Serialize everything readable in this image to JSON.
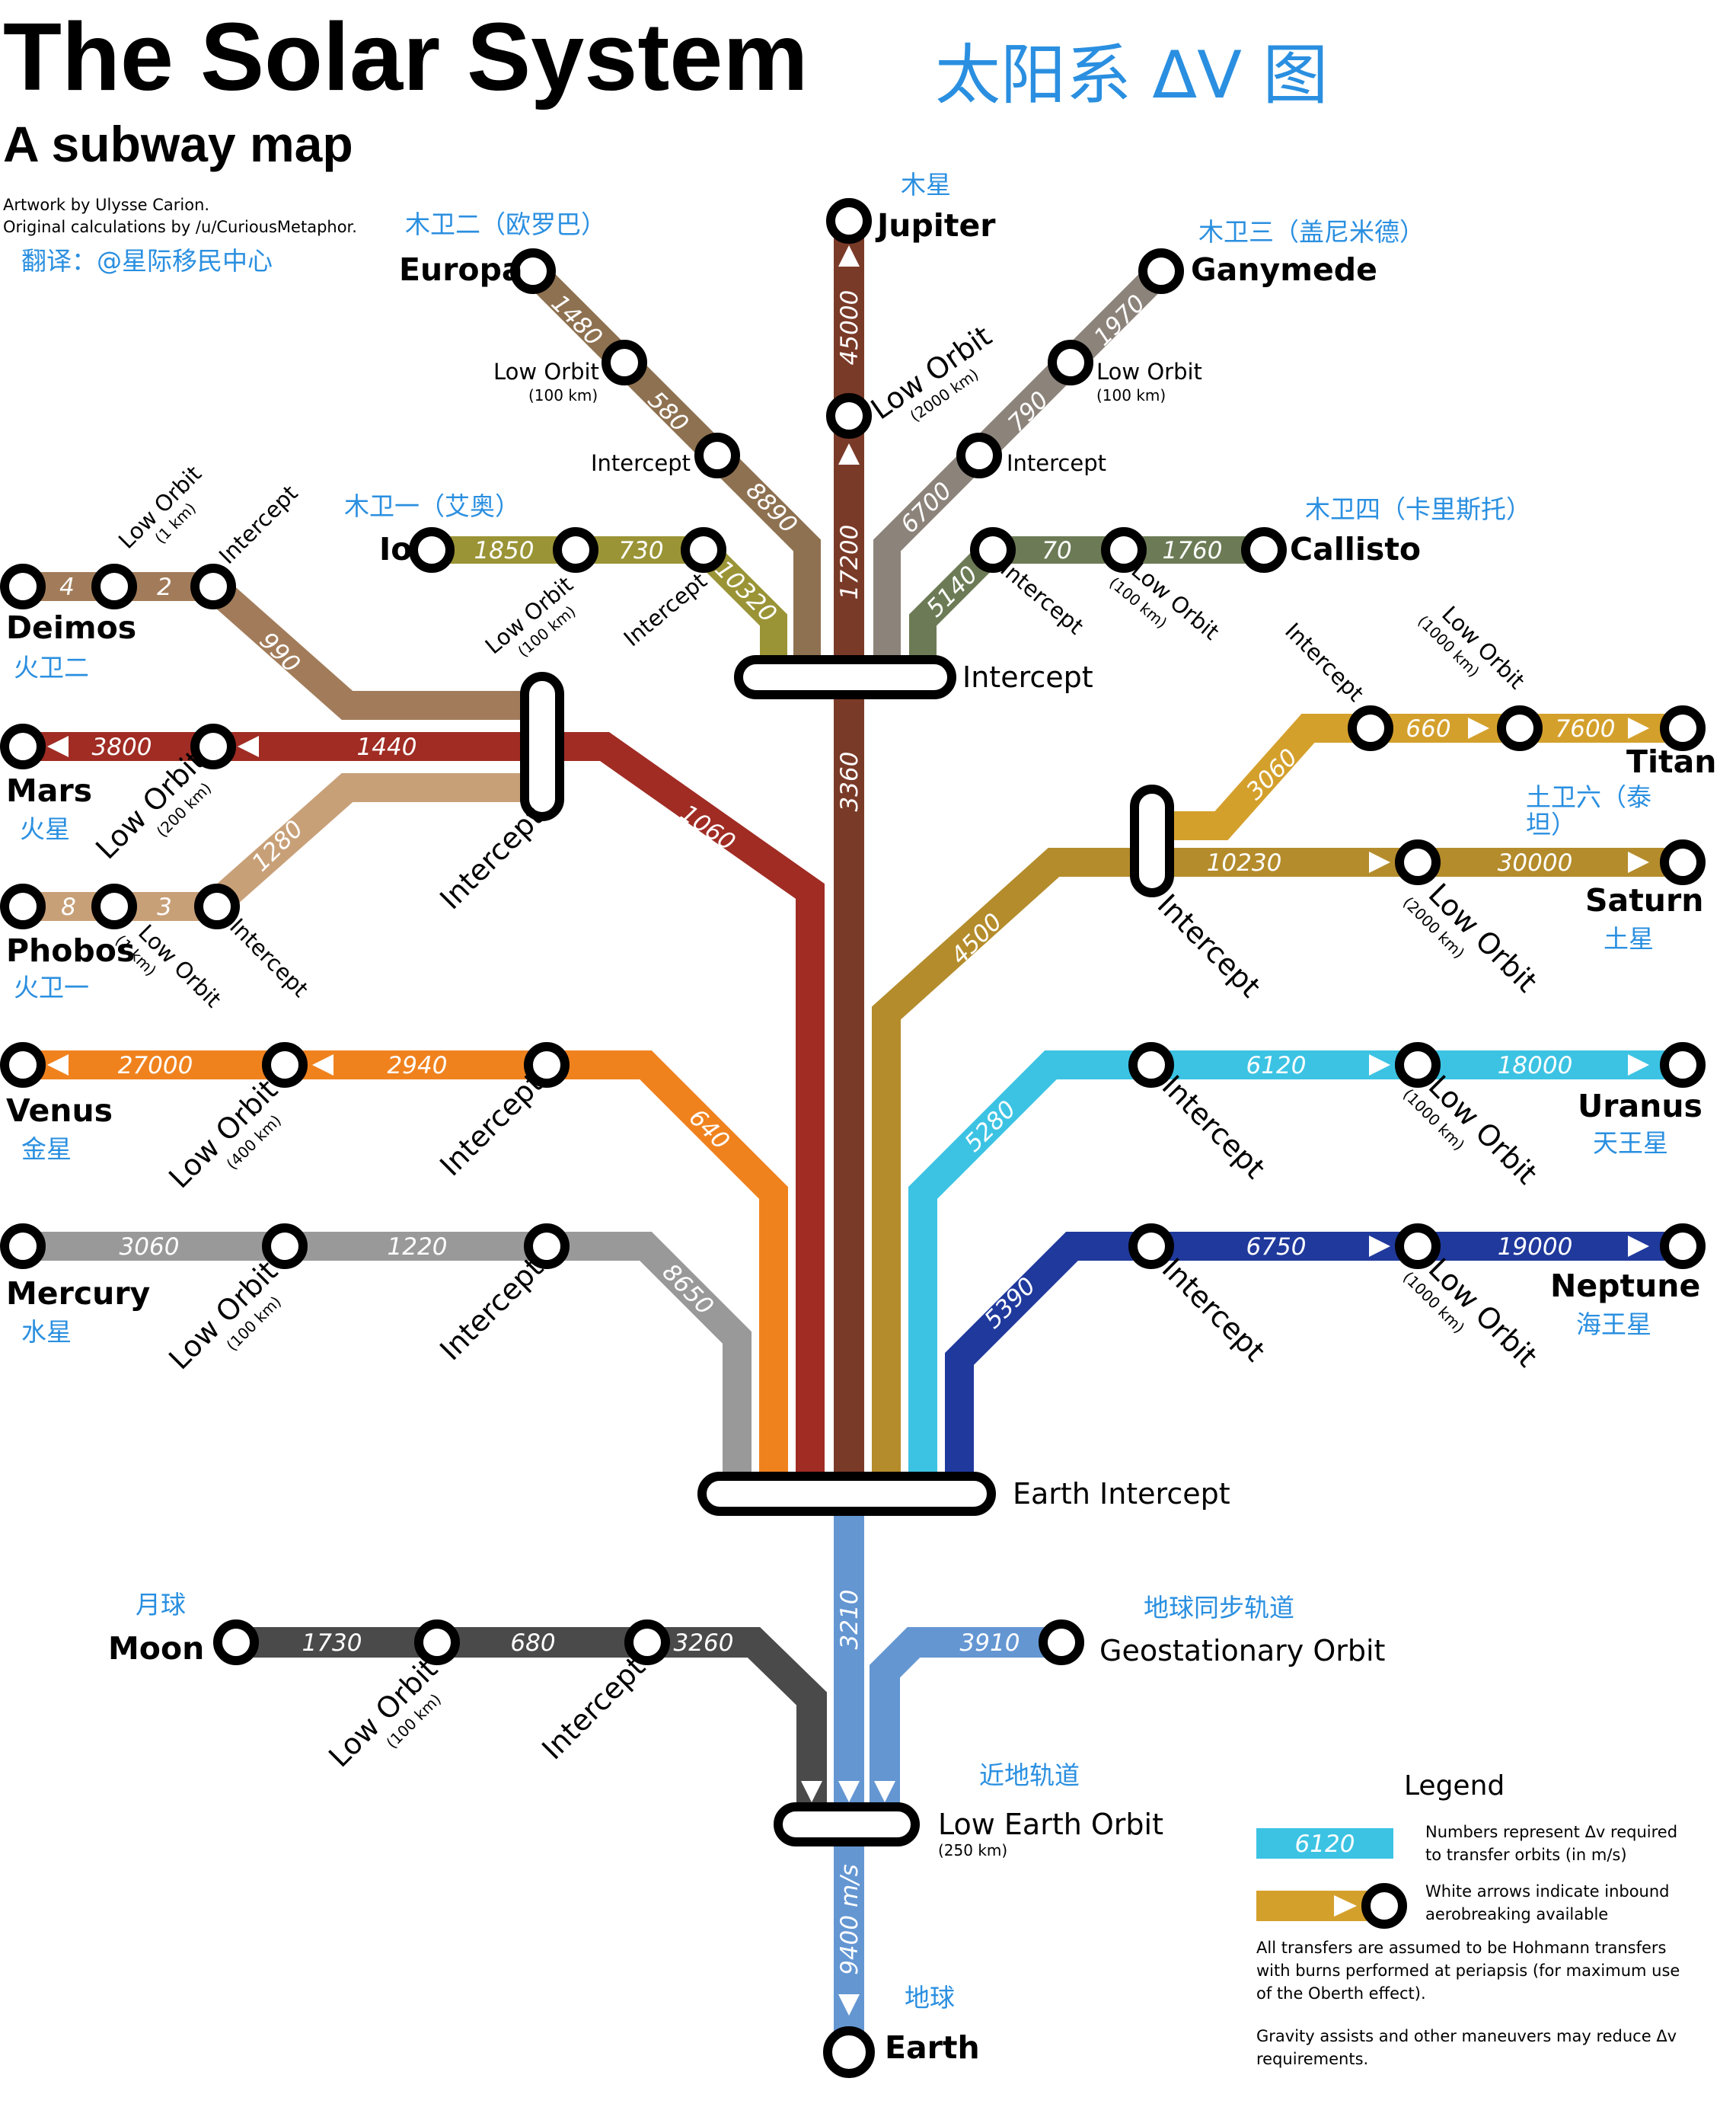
{
  "title": "The Solar System",
  "subtitle": "A subway map",
  "title_cn": "太阳系 ΔV 图",
  "credits": {
    "artwork": "Artwork by Ulysse Carion.",
    "calc": "Original calculations by /u/CuriousMetaphor.",
    "translation": "翻译：@星际移民中心"
  },
  "colors": {
    "jupiter": "#7a3a28",
    "europa": "#8e7150",
    "ganymede": "#8c837a",
    "io": "#9a9436",
    "callisto": "#6c7b55",
    "deimos": "#a27c5a",
    "mars": "#a02c24",
    "phobos": "#c8a078",
    "saturn": "#b48c2c",
    "titan": "#d4a02c",
    "venus": "#f0821e",
    "uranus": "#3cc3e3",
    "mercury": "#999999",
    "neptune": "#20399c",
    "earth": "#6496d2",
    "moon": "#4a4a4a"
  },
  "bodies": {
    "jupiter": {
      "name": "Jupiter",
      "cn": "木星"
    },
    "europa": {
      "name": "Europa",
      "cn": "木卫二（欧罗巴）"
    },
    "ganymede": {
      "name": "Ganymede",
      "cn": "木卫三（盖尼米德）"
    },
    "io": {
      "name": "Io",
      "cn": "木卫一（艾奥）"
    },
    "callisto": {
      "name": "Callisto",
      "cn": "木卫四（卡里斯托）"
    },
    "deimos": {
      "name": "Deimos",
      "cn": "火卫二"
    },
    "mars": {
      "name": "Mars",
      "cn": "火星"
    },
    "phobos": {
      "name": "Phobos",
      "cn": "火卫一"
    },
    "titan": {
      "name": "Titan",
      "cn": "土卫六（泰",
      "cn2": "坦）"
    },
    "saturn": {
      "name": "Saturn",
      "cn": "土星"
    },
    "venus": {
      "name": "Venus",
      "cn": "金星"
    },
    "uranus": {
      "name": "Uranus",
      "cn": "天王星"
    },
    "mercury": {
      "name": "Mercury",
      "cn": "水星"
    },
    "neptune": {
      "name": "Neptune",
      "cn": "海王星"
    },
    "moon": {
      "name": "Moon",
      "cn": "月球"
    },
    "geo": {
      "name": "Geostationary Orbit",
      "cn": "地球同步轨道"
    },
    "leo": {
      "name": "Low Earth Orbit",
      "cn": "近地轨道",
      "note": "(250 km)"
    },
    "earth": {
      "name": "Earth",
      "cn": "地球"
    }
  },
  "labels": {
    "intercept": "Intercept",
    "low_orbit": "Low Orbit",
    "earth_intercept": "Earth Intercept",
    "km1": "(1 km)",
    "km100": "(100 km)",
    "km200": "(200 km)",
    "km400": "(400 km)",
    "km1000": "(1000 km)",
    "km2000": "(2000 km)"
  },
  "dv": {
    "jupiter_top": "45000",
    "jupiter_mid": "17200",
    "jupiter_trunk": "3360",
    "europa_a": "1480",
    "europa_b": "580",
    "europa_c": "8890",
    "ganymede_a": "1970",
    "ganymede_b": "790",
    "ganymede_c": "6700",
    "io_a": "1850",
    "io_b": "730",
    "io_c": "10320",
    "callisto_a": "70",
    "callisto_b": "1760",
    "callisto_c": "5140",
    "deimos_a": "4",
    "deimos_b": "2",
    "deimos_c": "990",
    "mars_a": "3800",
    "mars_b": "1440",
    "mars_c": "1060",
    "phobos_a": "8",
    "phobos_b": "3",
    "phobos_c": "1280",
    "titan_a": "660",
    "titan_b": "7600",
    "titan_c": "3060",
    "saturn_a": "10230",
    "saturn_b": "30000",
    "saturn_c": "4500",
    "venus_a": "27000",
    "venus_b": "2940",
    "venus_c": "640",
    "uranus_a": "6120",
    "uranus_b": "18000",
    "uranus_c": "5280",
    "mercury_a": "3060",
    "mercury_b": "1220",
    "mercury_c": "8650",
    "neptune_a": "6750",
    "neptune_b": "19000",
    "neptune_c": "5390",
    "moon_a": "1730",
    "moon_b": "680",
    "moon_c": "3260",
    "earth_ei": "3210",
    "geo": "3910",
    "earth_surface": "9400 m/s"
  },
  "legend": {
    "title": "Legend",
    "sample_value": "6120",
    "item1_l1": "Numbers represent Δv required",
    "item1_l2": "to transfer orbits (in m/s)",
    "item2_l1": "White arrows indicate inbound",
    "item2_l2": "aerobreaking available",
    "note1_l1": "All transfers are assumed to be Hohmann transfers",
    "note1_l2": "with burns performed at periapsis (for maximum use",
    "note1_l3": "of the Oberth effect).",
    "note2_l1": "Gravity assists and other maneuvers may reduce Δv",
    "note2_l2": "requirements."
  }
}
